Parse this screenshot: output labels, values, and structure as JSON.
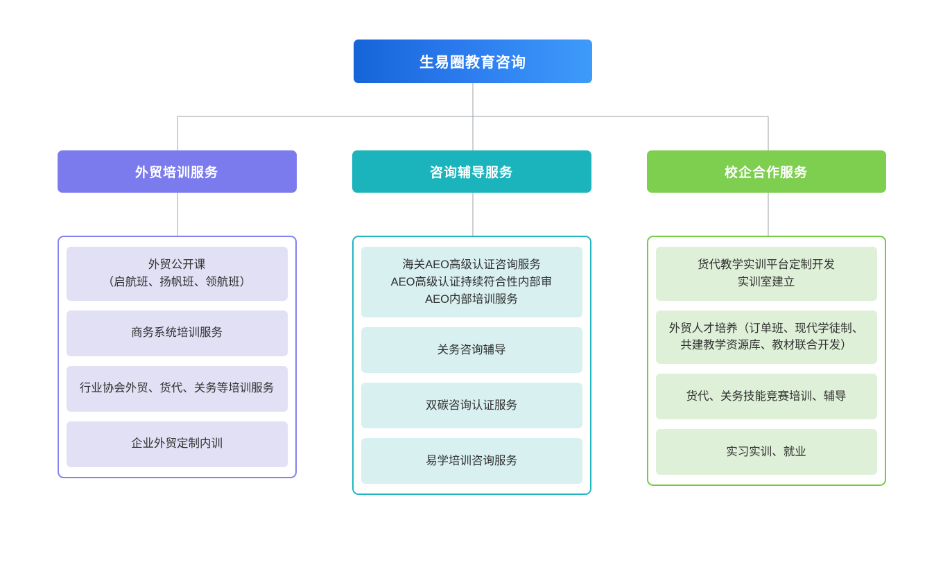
{
  "diagram": {
    "type": "organization-chart",
    "root": {
      "label": "生易圈教育咨询",
      "color_start": "#1565d8",
      "color_end": "#3e9bfa",
      "text_color": "#ffffff"
    },
    "connector_color": "#9aa0a6",
    "branches": [
      {
        "id": "branch-foreign-trade-training",
        "header_label": "外贸培训服务",
        "header_color": "#7b7bee",
        "border_color": "#8282f0",
        "item_color": "#e2e0f5",
        "items": [
          {
            "label": "外贸公开课\n（启航班、扬帆班、领航班）"
          },
          {
            "label": "商务系统培训服务"
          },
          {
            "label": "行业协会外贸、货代、关务等培训服务"
          },
          {
            "label": "企业外贸定制内训"
          }
        ]
      },
      {
        "id": "branch-consulting-tutoring",
        "header_label": "咨询辅导服务",
        "header_color": "#1bb4bd",
        "border_color": "#20b6bf",
        "item_color": "#d9f0f1",
        "items": [
          {
            "label": "海关AEO高级认证咨询服务\nAEO高级认证持续符合性内部审\nAEO内部培训服务"
          },
          {
            "label": "关务咨询辅导"
          },
          {
            "label": "双碳咨询认证服务"
          },
          {
            "label": "易学培训咨询服务"
          }
        ]
      },
      {
        "id": "branch-school-enterprise",
        "header_label": "校企合作服务",
        "header_color": "#7ece50",
        "border_color": "#73cc43",
        "item_color": "#dff0d8",
        "items": [
          {
            "label": "货代教学实训平台定制开发\n实训室建立"
          },
          {
            "label": "外贸人才培养（订单班、现代学徒制、共建教学资源库、教材联合开发）"
          },
          {
            "label": "货代、关务技能竞赛培训、辅导"
          },
          {
            "label": "实习实训、就业"
          }
        ]
      }
    ]
  }
}
